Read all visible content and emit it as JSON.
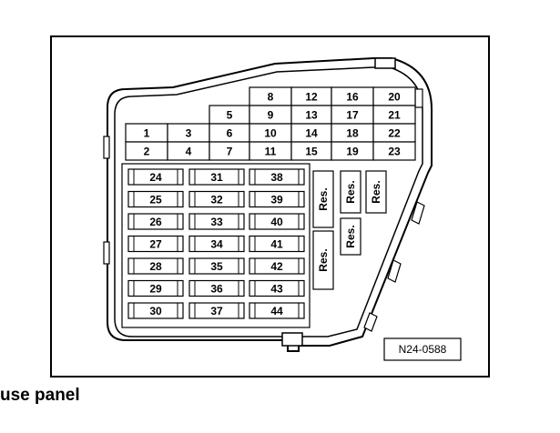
{
  "diagram": {
    "code": "N24-0588",
    "caption": "use panel",
    "upper_grid": [
      [
        "",
        "",
        "",
        "8",
        "12",
        "16",
        "20"
      ],
      [
        "",
        "",
        "5",
        "9",
        "13",
        "17",
        "21"
      ],
      [
        "1",
        "3",
        "6",
        "10",
        "14",
        "18",
        "22"
      ],
      [
        "2",
        "4",
        "7",
        "11",
        "15",
        "19",
        "23"
      ]
    ],
    "lower_columns": [
      [
        "24",
        "25",
        "26",
        "27",
        "28",
        "29",
        "30"
      ],
      [
        "31",
        "32",
        "33",
        "34",
        "35",
        "36",
        "37"
      ],
      [
        "38",
        "39",
        "40",
        "41",
        "42",
        "43",
        "44"
      ]
    ],
    "reserve_label": "Res."
  }
}
